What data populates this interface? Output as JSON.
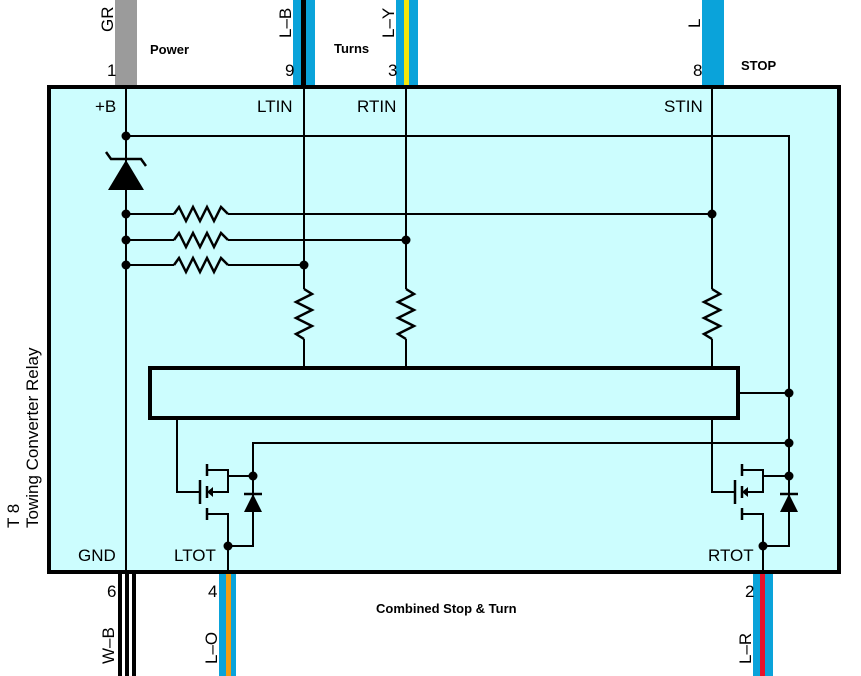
{
  "component": {
    "id": "T 8",
    "name": "Towing Converter Relay"
  },
  "colors": {
    "box_fill": "#ccfdfe",
    "gray": "#9b9b9b",
    "blue": "#0aa3da",
    "black": "#000000",
    "yellow": "#f5e70a",
    "orange": "#f39c12",
    "red": "#e8132a",
    "white": "#ffffff"
  },
  "top_pins": [
    {
      "id": "power",
      "number": "1",
      "wire": "GR",
      "terminal": "+B",
      "label": "Power"
    },
    {
      "id": "ltin",
      "number": "9",
      "wire": "L–B",
      "terminal": "LTIN",
      "label": "Turns"
    },
    {
      "id": "rtin",
      "number": "3",
      "wire": "L–Y",
      "terminal": "RTIN",
      "label": ""
    },
    {
      "id": "stin",
      "number": "8",
      "wire": "L",
      "terminal": "STIN",
      "label": "STOP"
    }
  ],
  "bottom_pins": [
    {
      "id": "gnd",
      "number": "6",
      "wire": "W–B",
      "terminal": "GND"
    },
    {
      "id": "ltot",
      "number": "4",
      "wire": "L–O",
      "terminal": "LTOT"
    },
    {
      "id": "rtot",
      "number": "2",
      "wire": "L–R",
      "terminal": "RTOT"
    }
  ],
  "bottom_label": "Combined Stop & Turn"
}
